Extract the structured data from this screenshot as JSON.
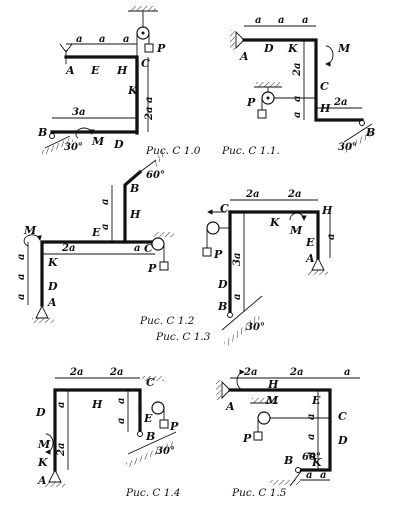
{
  "figures": [
    {
      "caption": "Рис. С 1.0",
      "labels": [
        "A",
        "E",
        "H",
        "C",
        "P",
        "K",
        "D",
        "B",
        "M"
      ],
      "dimensions": [
        "a",
        "a",
        "a",
        "3a",
        "2a",
        "a"
      ],
      "angle": "30°"
    },
    {
      "caption": "Рис. С 1.1.",
      "labels": [
        "A",
        "D",
        "K",
        "M",
        "C",
        "P",
        "H",
        "B"
      ],
      "dimensions": [
        "a",
        "a",
        "a",
        "2a",
        "a",
        "a",
        "2a"
      ],
      "angle": "30°"
    },
    {
      "caption": "Рис. С 1.2",
      "labels": [
        "B",
        "H",
        "M",
        "E",
        "C",
        "K",
        "D",
        "A",
        "P"
      ],
      "dimensions": [
        "a",
        "a",
        "a",
        "a",
        "a",
        "2a",
        "a"
      ],
      "angle": "60°"
    },
    {
      "caption": "Рис. С 1.3",
      "labels": [
        "C",
        "K",
        "H",
        "M",
        "E",
        "A",
        "P",
        "D",
        "B"
      ],
      "dimensions": [
        "2a",
        "2a",
        "a",
        "3a",
        "a"
      ],
      "angle": "30°"
    },
    {
      "caption": "Рис. С 1.4",
      "labels": [
        "C",
        "D",
        "H",
        "E",
        "P",
        "M",
        "K",
        "A",
        "B"
      ],
      "dimensions": [
        "2a",
        "2a",
        "a",
        "a",
        "a",
        "2a"
      ],
      "angle": "30°"
    },
    {
      "caption": "Рис. С 1.5",
      "labels": [
        "A",
        "H",
        "M",
        "E",
        "C",
        "P",
        "D",
        "K",
        "B"
      ],
      "dimensions": [
        "2a",
        "2a",
        "a",
        "a",
        "a",
        "a",
        "a",
        "a"
      ],
      "angle": "60°"
    }
  ]
}
